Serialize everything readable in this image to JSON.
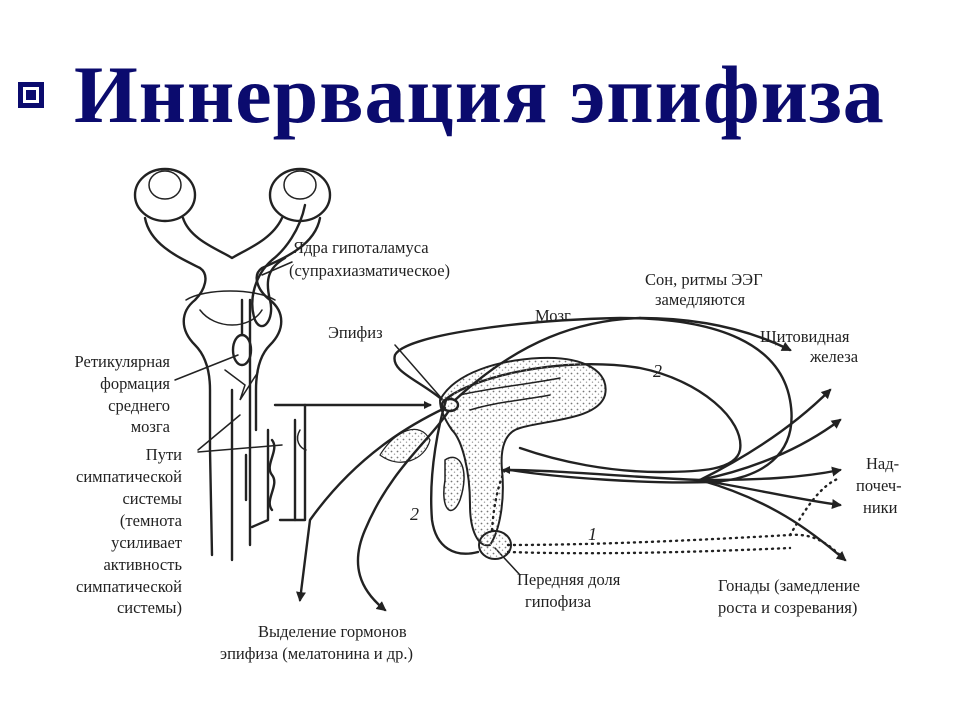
{
  "title": "Иннервация эпифиза",
  "labels": {
    "hypothalamus_1": "Ядра гипоталамуса",
    "hypothalamus_2": "(супрахиазматическое)",
    "sleep_1": "Сон, ритмы ЭЭГ",
    "sleep_2": "замедляются",
    "brain": "Мозг",
    "epiphysis": "Эпифиз",
    "thyroid_1": "Щитовидная",
    "thyroid_2": "железа",
    "reticular_1": "Ретикулярная",
    "reticular_2": "формация",
    "reticular_3": "среднего",
    "reticular_4": "мозга",
    "paths_1": "Пути",
    "paths_2": "симпатической",
    "paths_3": "системы",
    "paths_4": "(темнота",
    "paths_5": "усиливает",
    "paths_6": "активность",
    "paths_7": "симпатической",
    "paths_8": "системы)",
    "adrenal_1": "Над-",
    "adrenal_2": "почеч-",
    "adrenal_3": "ники",
    "pituitary_1": "Передняя доля",
    "pituitary_2": "гипофиза",
    "gonads_1": "Гонады (замедление",
    "gonads_2": "роста и созревания)",
    "hormones_1": "Выделение гормонов",
    "hormones_2": "эпифиза (мелатонина и др.)",
    "num_2_top": "2",
    "num_1": "1",
    "num_2_left": "2"
  },
  "colors": {
    "title": "#0b0b6e",
    "line": "#222222"
  },
  "icons": {
    "bullet": "square-bullet-icon"
  }
}
